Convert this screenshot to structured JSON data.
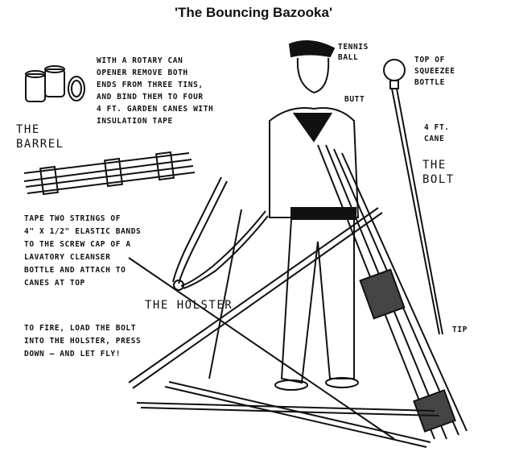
{
  "title": "'The Bouncing Bazooka'",
  "barrel": {
    "instructions": [
      "WITH A ROTARY CAN",
      "OPENER REMOVE BOTH",
      "ENDS FROM THREE TINS,",
      "AND BIND THEM TO FOUR",
      "4 FT. GARDEN CANES WITH",
      "INSULATION TAPE"
    ],
    "label": [
      "THE",
      "BARREL"
    ]
  },
  "bolt": {
    "tennis_ball": [
      "TENNIS",
      "BALL"
    ],
    "top": [
      "TOP OF",
      "SQUEEZEE",
      "BOTTLE"
    ],
    "butt": "BUTT",
    "cane": [
      "4 FT.",
      "CANE"
    ],
    "label": [
      "THE",
      "BOLT"
    ],
    "tip": "TIP"
  },
  "holster": {
    "instructions": [
      "TAPE TWO STRINGS OF",
      "4\" x 1/2\" ELASTIC BANDS",
      "TO THE SCREW CAP OF A",
      "LAVATORY CLEANSER",
      "BOTTLE AND ATTACH TO",
      "CANES AT TOP"
    ],
    "label": "THE HOLSTER"
  },
  "fire": [
    "TO FIRE, LOAD THE BOLT",
    "INTO THE HOLSTER, PRESS",
    "DOWN — AND LET FLY!"
  ]
}
